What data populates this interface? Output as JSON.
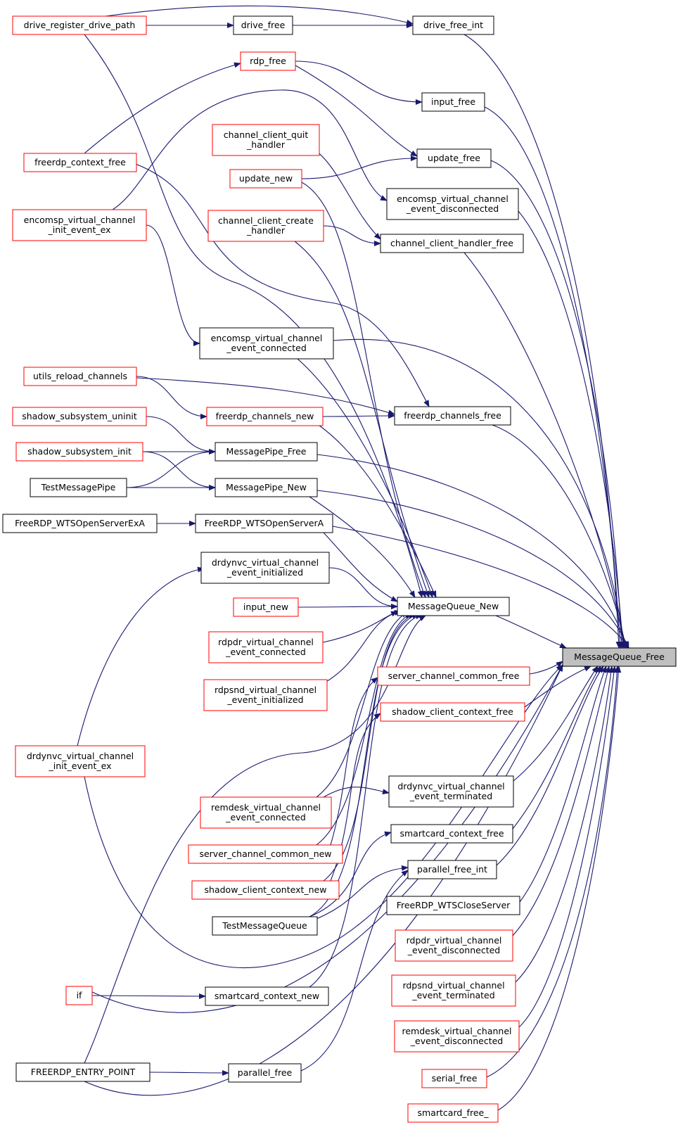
{
  "colors": {
    "edge": "#191970",
    "focus_fill": "#bfbfbf",
    "focus_border": "#000000",
    "documented_border": "#000000",
    "undocumented_border": "#ff0000",
    "node_fill": "#ffffff",
    "text": "#000000"
  },
  "nodes": [
    {
      "id": "mqf",
      "lines": [
        "MessageQueue_Free"
      ],
      "style": "focus"
    },
    {
      "id": "dfi",
      "lines": [
        "drive_free_int"
      ],
      "style": "black"
    },
    {
      "id": "df",
      "lines": [
        "drive_free"
      ],
      "style": "black"
    },
    {
      "id": "drdp",
      "lines": [
        "drive_register_drive_path"
      ],
      "style": "red"
    },
    {
      "id": "rdpf",
      "lines": [
        "rdp_free"
      ],
      "style": "red"
    },
    {
      "id": "inpf",
      "lines": [
        "input_free"
      ],
      "style": "black"
    },
    {
      "id": "fcf",
      "lines": [
        "freerdp_context_free"
      ],
      "style": "red"
    },
    {
      "id": "ccqh",
      "lines": [
        "channel_client_quit",
        "_handler"
      ],
      "style": "red"
    },
    {
      "id": "updf",
      "lines": [
        "update_free"
      ],
      "style": "black"
    },
    {
      "id": "updn",
      "lines": [
        "update_new"
      ],
      "style": "red"
    },
    {
      "id": "evcd",
      "lines": [
        "encomsp_virtual_channel",
        "_event_disconnected"
      ],
      "style": "black"
    },
    {
      "id": "evcie",
      "lines": [
        "encomsp_virtual_channel",
        "_init_event_ex"
      ],
      "style": "red"
    },
    {
      "id": "ccch",
      "lines": [
        "channel_client_create",
        "_handler"
      ],
      "style": "red"
    },
    {
      "id": "cchf",
      "lines": [
        "channel_client_handler_free"
      ],
      "style": "black"
    },
    {
      "id": "evcc",
      "lines": [
        "encomsp_virtual_channel",
        "_event_connected"
      ],
      "style": "black"
    },
    {
      "id": "urc",
      "lines": [
        "utils_reload_channels"
      ],
      "style": "red"
    },
    {
      "id": "fchf",
      "lines": [
        "freerdp_channels_free"
      ],
      "style": "black"
    },
    {
      "id": "fchn",
      "lines": [
        "freerdp_channels_new"
      ],
      "style": "red"
    },
    {
      "id": "ssu",
      "lines": [
        "shadow_subsystem_uninit"
      ],
      "style": "red"
    },
    {
      "id": "ssi",
      "lines": [
        "shadow_subsystem_init"
      ],
      "style": "red"
    },
    {
      "id": "mpf",
      "lines": [
        "MessagePipe_Free"
      ],
      "style": "black"
    },
    {
      "id": "tmp",
      "lines": [
        "TestMessagePipe"
      ],
      "style": "black"
    },
    {
      "id": "mpn",
      "lines": [
        "MessagePipe_New"
      ],
      "style": "black"
    },
    {
      "id": "fwex",
      "lines": [
        "FreeRDP_WTSOpenServerExA"
      ],
      "style": "black"
    },
    {
      "id": "fwa",
      "lines": [
        "FreeRDP_WTSOpenServerA"
      ],
      "style": "black"
    },
    {
      "id": "dvei",
      "lines": [
        "drdynvc_virtual_channel",
        "_event_initialized"
      ],
      "style": "black"
    },
    {
      "id": "mqn",
      "lines": [
        "MessageQueue_New"
      ],
      "style": "black"
    },
    {
      "id": "inpn",
      "lines": [
        "input_new"
      ],
      "style": "red"
    },
    {
      "id": "rvec",
      "lines": [
        "rdpdr_virtual_channel",
        "_event_connected"
      ],
      "style": "red"
    },
    {
      "id": "rsvei",
      "lines": [
        "rdpsnd_virtual_channel",
        "_event_initialized"
      ],
      "style": "red"
    },
    {
      "id": "scf",
      "lines": [
        "server_channel_common_free"
      ],
      "style": "red"
    },
    {
      "id": "sccf",
      "lines": [
        "shadow_client_context_free"
      ],
      "style": "red"
    },
    {
      "id": "dvie",
      "lines": [
        "drdynvc_virtual_channel",
        "_init_event_ex"
      ],
      "style": "red"
    },
    {
      "id": "dvet",
      "lines": [
        "drdynvc_virtual_channel",
        "_event_terminated"
      ],
      "style": "black"
    },
    {
      "id": "rmvec",
      "lines": [
        "remdesk_virtual_channel",
        "_event_connected"
      ],
      "style": "red"
    },
    {
      "id": "smcf",
      "lines": [
        "smartcard_context_free"
      ],
      "style": "black"
    },
    {
      "id": "scn",
      "lines": [
        "server_channel_common_new"
      ],
      "style": "red"
    },
    {
      "id": "pfi",
      "lines": [
        "parallel_free_int"
      ],
      "style": "black"
    },
    {
      "id": "sccn",
      "lines": [
        "shadow_client_context_new"
      ],
      "style": "red"
    },
    {
      "id": "fwcs",
      "lines": [
        "FreeRDP_WTSCloseServer"
      ],
      "style": "black"
    },
    {
      "id": "tmq",
      "lines": [
        "TestMessageQueue"
      ],
      "style": "black"
    },
    {
      "id": "rvdc",
      "lines": [
        "rdpdr_virtual_channel",
        "_event_disconnected"
      ],
      "style": "red"
    },
    {
      "id": "ifn",
      "lines": [
        "if"
      ],
      "style": "red"
    },
    {
      "id": "smcn",
      "lines": [
        "smartcard_context_new"
      ],
      "style": "black"
    },
    {
      "id": "rsvet",
      "lines": [
        "rdpsnd_virtual_channel",
        "_event_terminated"
      ],
      "style": "red"
    },
    {
      "id": "rmvdc",
      "lines": [
        "remdesk_virtual_channel",
        "_event_disconnected"
      ],
      "style": "red"
    },
    {
      "id": "fep",
      "lines": [
        "FREERDP_ENTRY_POINT"
      ],
      "style": "black"
    },
    {
      "id": "parf",
      "lines": [
        "parallel_free"
      ],
      "style": "black"
    },
    {
      "id": "serf",
      "lines": [
        "serial_free"
      ],
      "style": "red"
    },
    {
      "id": "smcf_",
      "lines": [
        "smartcard_free_"
      ],
      "style": "red"
    }
  ],
  "edges": [
    [
      "drdp",
      "df"
    ],
    [
      "drdp",
      "dfi"
    ],
    [
      "df",
      "dfi"
    ],
    [
      "dfi",
      "mqf"
    ],
    [
      "fcf",
      "rdpf"
    ],
    [
      "rdpf",
      "inpf"
    ],
    [
      "rdpf",
      "updf"
    ],
    [
      "inpf",
      "mqf"
    ],
    [
      "updn",
      "updf"
    ],
    [
      "updf",
      "mqf"
    ],
    [
      "evcie",
      "evcd"
    ],
    [
      "evcd",
      "mqf"
    ],
    [
      "ccqh",
      "cchf"
    ],
    [
      "ccch",
      "cchf"
    ],
    [
      "cchf",
      "mqf"
    ],
    [
      "evcie",
      "evcc"
    ],
    [
      "evcc",
      "mqf"
    ],
    [
      "urc",
      "fchn"
    ],
    [
      "urc",
      "fchf"
    ],
    [
      "fchn",
      "fchf"
    ],
    [
      "fcf",
      "fchf"
    ],
    [
      "fchf",
      "mqf"
    ],
    [
      "ssu",
      "mpf"
    ],
    [
      "ssi",
      "mpf"
    ],
    [
      "tmp",
      "mpf"
    ],
    [
      "mpf",
      "mqf"
    ],
    [
      "ssi",
      "mpn"
    ],
    [
      "tmp",
      "mpn"
    ],
    [
      "mpn",
      "mqf"
    ],
    [
      "fwex",
      "fwa"
    ],
    [
      "fwa",
      "mqf"
    ],
    [
      "dvie",
      "dvei"
    ],
    [
      "mqn",
      "mqf"
    ],
    [
      "inpn",
      "mqn"
    ],
    [
      "rvec",
      "mqn"
    ],
    [
      "rsvei",
      "mqn"
    ],
    [
      "dvei",
      "mqn"
    ],
    [
      "fwa",
      "mqn"
    ],
    [
      "mpn",
      "mqn"
    ],
    [
      "fchn",
      "mqn"
    ],
    [
      "evcc",
      "mqn"
    ],
    [
      "ccch",
      "mqn"
    ],
    [
      "updn",
      "mqn"
    ],
    [
      "drdp",
      "mqn"
    ],
    [
      "rmvec",
      "mqn"
    ],
    [
      "scn",
      "mqn"
    ],
    [
      "sccn",
      "mqn"
    ],
    [
      "tmq",
      "mqn"
    ],
    [
      "smcn",
      "mqn"
    ],
    [
      "fep",
      "mqn"
    ],
    [
      "scf",
      "mqf"
    ],
    [
      "scn",
      "scf"
    ],
    [
      "sccf",
      "mqf"
    ],
    [
      "sccn",
      "sccf"
    ],
    [
      "dvie",
      "mqf"
    ],
    [
      "dvet",
      "mqf"
    ],
    [
      "rmvec",
      "dvet"
    ],
    [
      "smcf",
      "mqf"
    ],
    [
      "tmq",
      "smcf"
    ],
    [
      "pfi",
      "mqf"
    ],
    [
      "tmq",
      "pfi"
    ],
    [
      "parf",
      "pfi"
    ],
    [
      "fwcs",
      "mqf"
    ],
    [
      "rvdc",
      "mqf"
    ],
    [
      "rsvet",
      "mqf"
    ],
    [
      "rmvdc",
      "mqf"
    ],
    [
      "serf",
      "mqf"
    ],
    [
      "smcf_",
      "mqf"
    ],
    [
      "ifn",
      "smcn"
    ],
    [
      "ifn",
      "mqf"
    ],
    [
      "fep",
      "parf"
    ],
    [
      "fep",
      "mqf"
    ]
  ]
}
